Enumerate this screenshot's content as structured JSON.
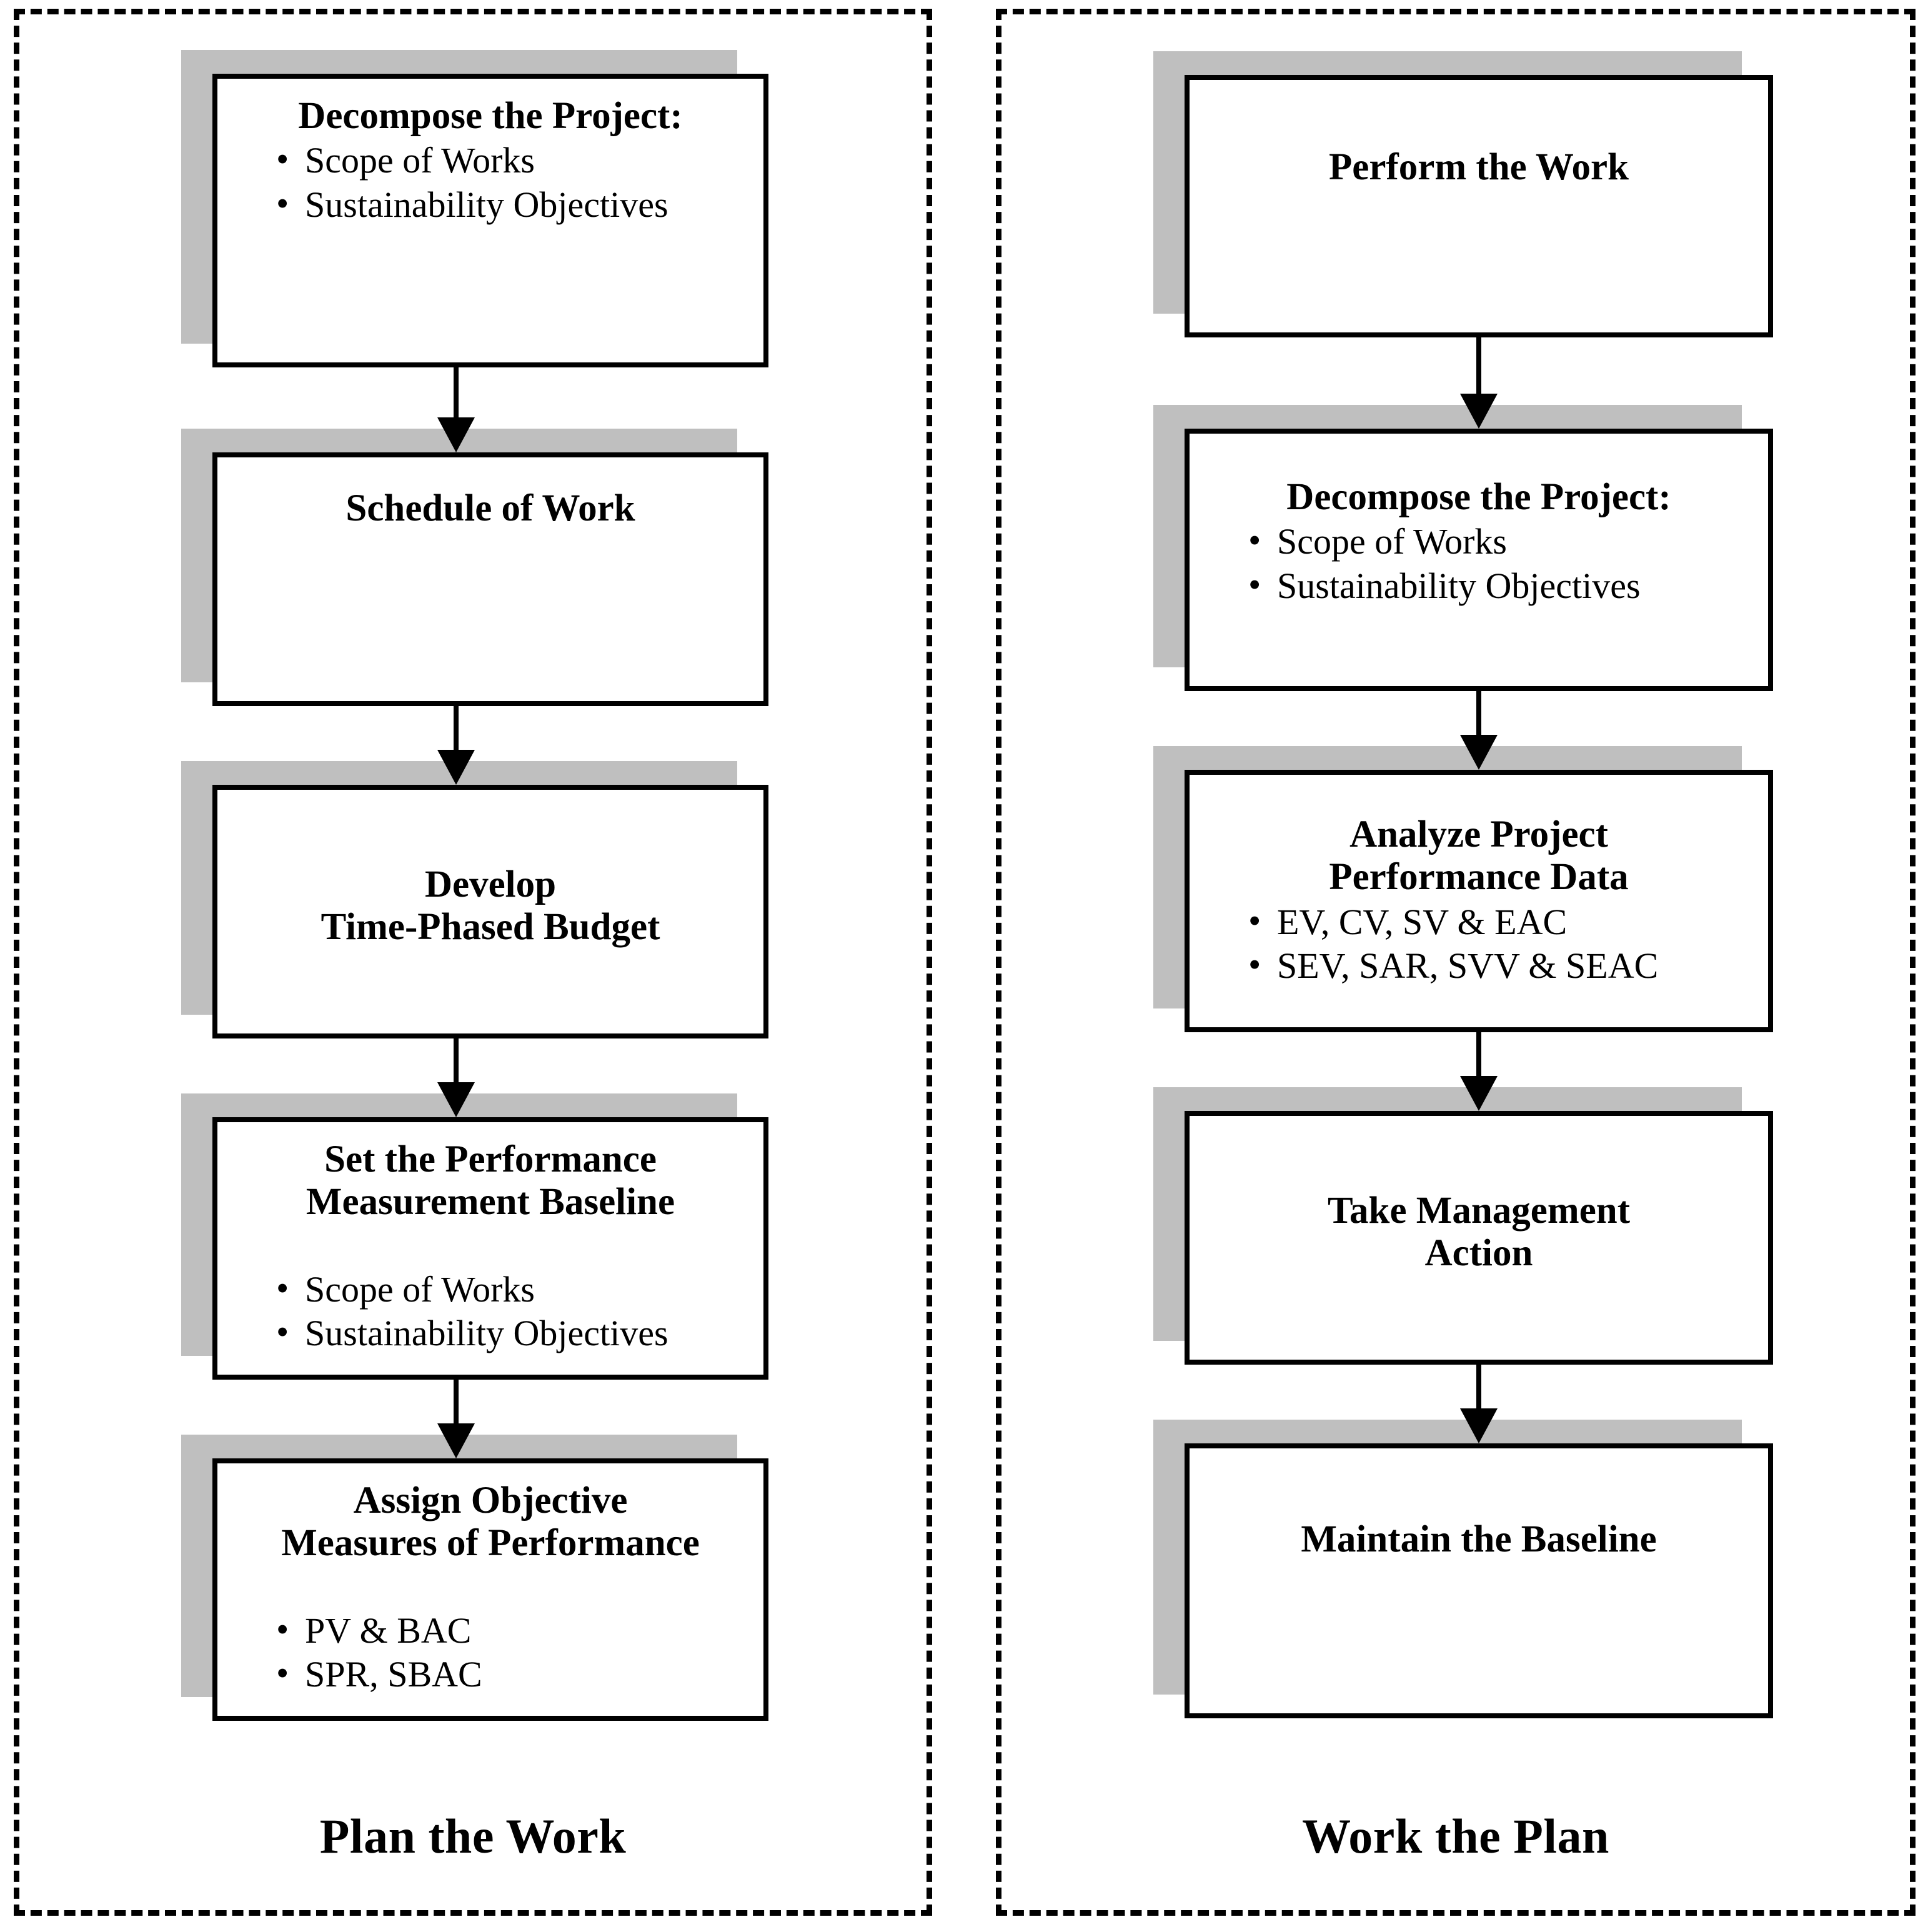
{
  "panels": [
    {
      "id": "plan",
      "caption": "Plan the Work",
      "nodes": [
        {
          "title": "Decompose the Project:",
          "bullets": [
            "Scope of Works",
            "Sustainability Objectives"
          ]
        },
        {
          "title": "Schedule of Work",
          "bullets": []
        },
        {
          "title": "Develop\nTime-Phased Budget",
          "bullets": []
        },
        {
          "title": "Set the Performance\nMeasurement Baseline",
          "bullets": [
            "Scope of Works",
            "Sustainability Objectives"
          ]
        },
        {
          "title": "Assign Objective\nMeasures of Performance",
          "bullets": [
            "PV & BAC",
            "SPR, SBAC"
          ]
        }
      ]
    },
    {
      "id": "work",
      "caption": "Work the Plan",
      "nodes": [
        {
          "title": "Perform the Work",
          "bullets": []
        },
        {
          "title": "Decompose the Project:",
          "bullets": [
            "Scope of Works",
            "Sustainability Objectives"
          ]
        },
        {
          "title": "Analyze Project\nPerformance Data",
          "bullets": [
            "EV, CV, SV & EAC",
            "SEV, SAR, SVV & SEAC"
          ]
        },
        {
          "title": "Take Management\nAction",
          "bullets": []
        },
        {
          "title": "Maintain the Baseline",
          "bullets": []
        }
      ]
    }
  ],
  "colors": {
    "box_border": "#000000",
    "box_fill": "#ffffff",
    "shadow": "#bfbfbf",
    "panel_border": "#000000",
    "text": "#000000"
  }
}
